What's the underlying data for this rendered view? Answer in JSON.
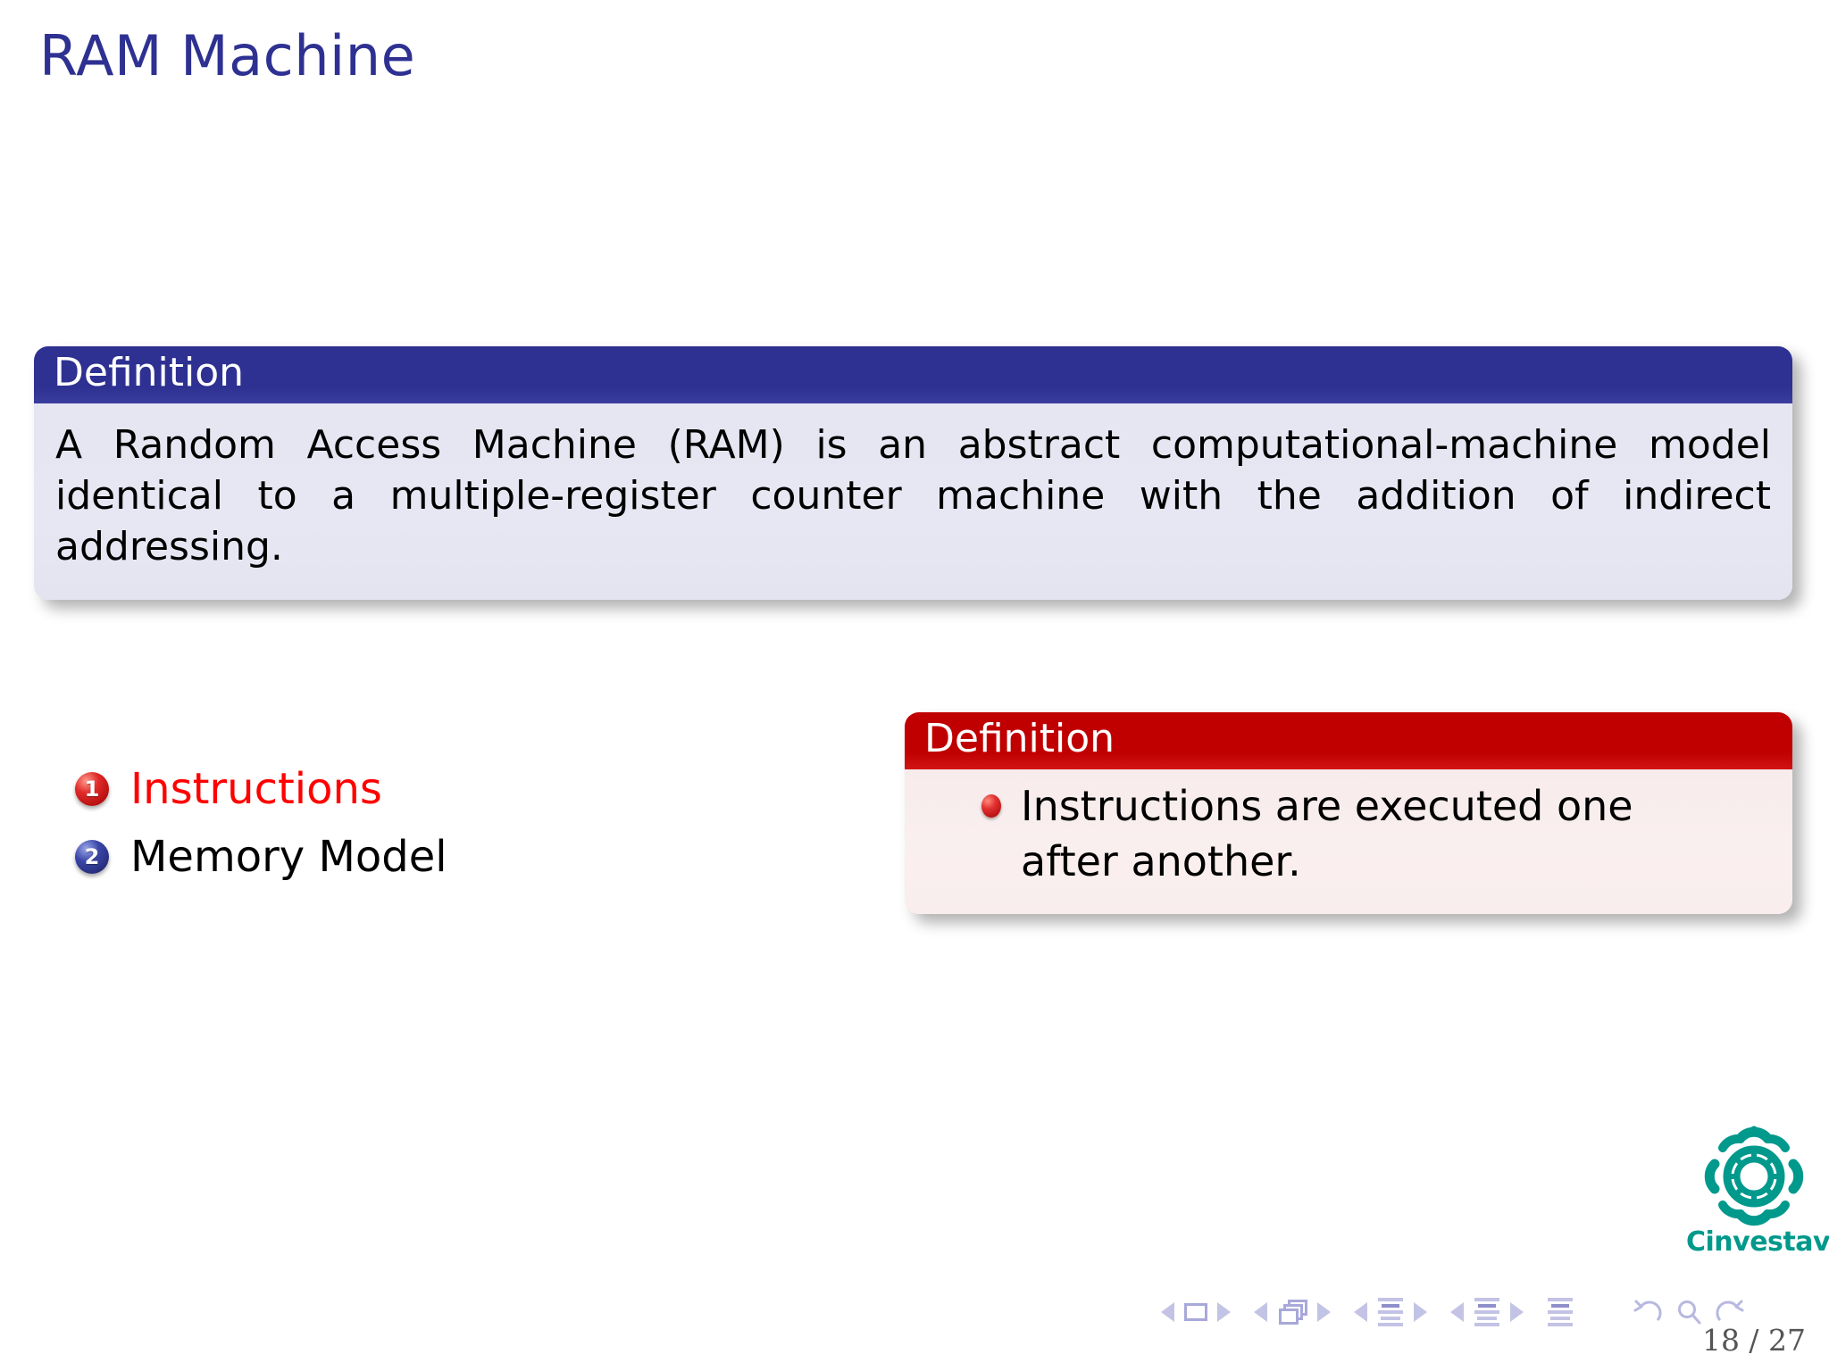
{
  "slide": {
    "title": "RAM Machine",
    "title_color": "#2E3191"
  },
  "definition_main": {
    "header": "Definition",
    "body": "A Random Access Machine (RAM) is an abstract computational-machine model identical to a multiple-register counter machine with the addition of indirect addressing.",
    "header_bg": "#2E3191",
    "body_bg": "#E6E6F2"
  },
  "outline": {
    "items": [
      {
        "number": "1",
        "label": "Instructions",
        "ball_color": "#C00000",
        "text_color": "#FF0000"
      },
      {
        "number": "2",
        "label": "Memory Model",
        "ball_color": "#2E3191",
        "text_color": "#000000"
      }
    ]
  },
  "definition_red": {
    "header": "Definition",
    "bullet": "Instructions are executed one after another.",
    "header_bg": "#C00000",
    "body_bg": "#F8EDED"
  },
  "logo": {
    "wordmark": "Cinvestav",
    "color": "#00998C"
  },
  "navigation": {
    "icons": [
      "prev-frame-icon",
      "frame-icon",
      "next-frame-icon",
      "prev-subsection-icon",
      "slides-stack-icon",
      "next-subsection-icon",
      "prev-section-icon",
      "section-outline-icon",
      "next-section-icon",
      "prev-part-icon",
      "part-outline-icon",
      "next-part-icon",
      "document-outline-icon",
      "back-icon",
      "search-icon",
      "forward-icon"
    ],
    "page_label": "18 / 27"
  }
}
